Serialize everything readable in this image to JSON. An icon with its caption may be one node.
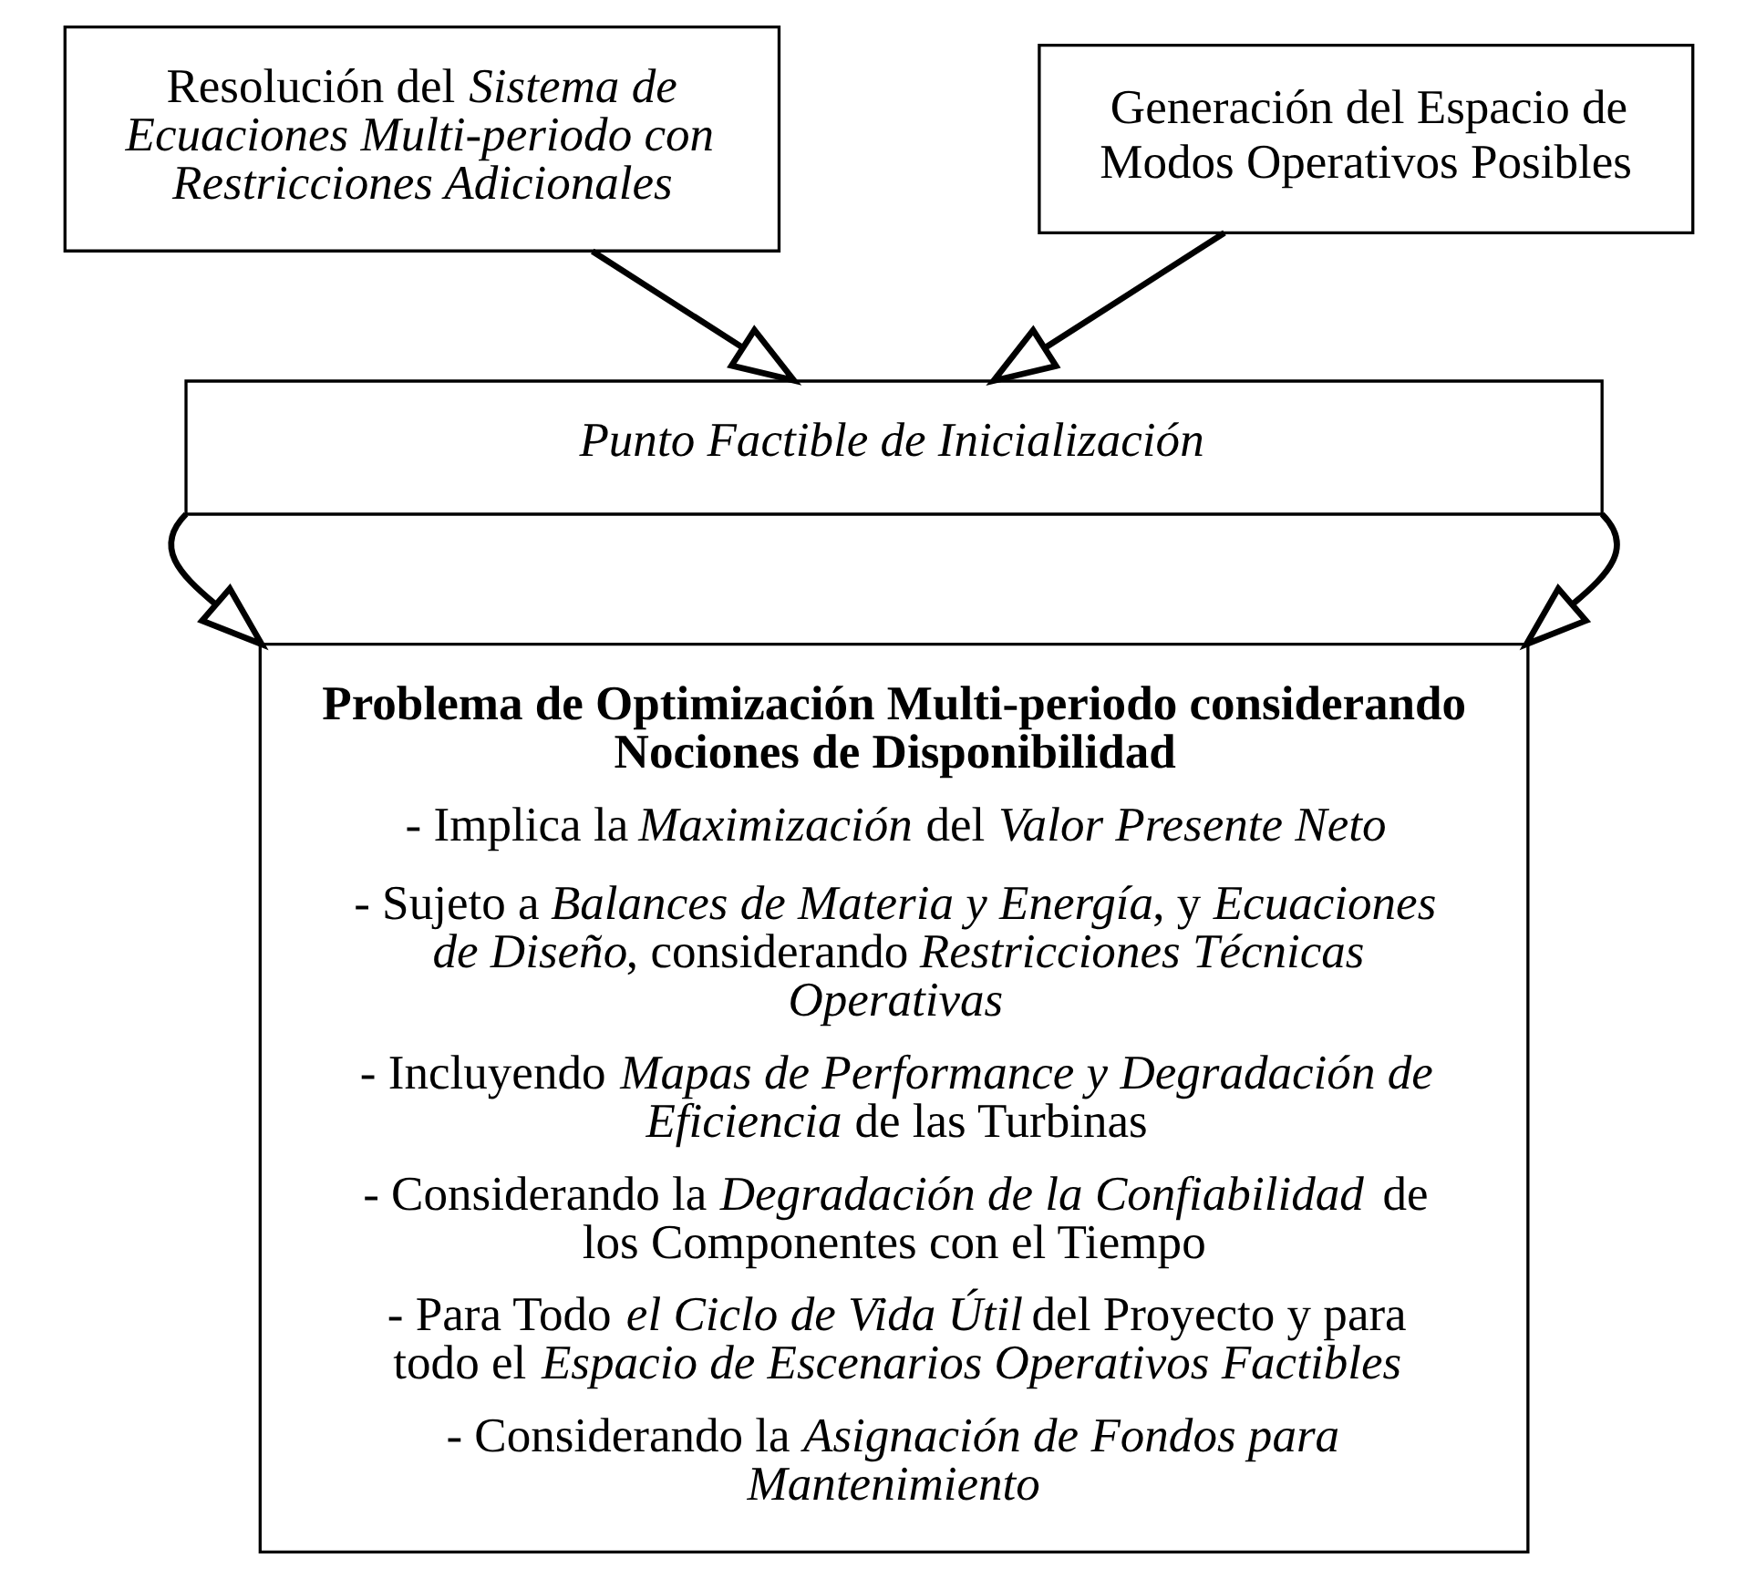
{
  "diagram": {
    "nodes": [
      {
        "text": [
          "Resolución del *Sistema de Ecuaciones Multi-periodo con Restricciones Adicionales*"
        ]
      },
      {
        "text": [
          "Generación del Espacio de Modos Operativos Posibles"
        ]
      },
      {
        "text": [
          "Punto Factible de Inicialización"
        ]
      },
      {
        "text": [
          "Problema de Optimización Multi-periodo considerando Nociones de Disponibilidad",
          "- Implica la *Maximización* del *Valor Presente Neto*",
          "- Sujeto a *Balances de Materia y Energía*, y *Ecuaciones de Diseño*, considerando *Restricciones Técnicas Operativas*",
          "- Incluyendo *Mapas de Performance y Degradación de Eficiencia* de las Turbinas",
          "- Considerando la *Degradación de la Confiabilidad* de los Componentes con el Tiempo",
          "- Para Todo *el Ciclo de Vida Útil* del Proyecto y para todo el *Espacio de Escenarios Operativos Factibles*",
          "- Considerando la *Asignación de Fondos para Mantenimiento*"
        ]
      }
    ],
    "edges": [
      {
        "from": 0,
        "to": 2,
        "arrow": "to"
      },
      {
        "from": 1,
        "to": 2,
        "arrow": "to"
      },
      {
        "from": 2,
        "to": 3,
        "arrow": "to"
      },
      {
        "from": 2,
        "to": 3,
        "arrow": "to"
      }
    ]
  }
}
